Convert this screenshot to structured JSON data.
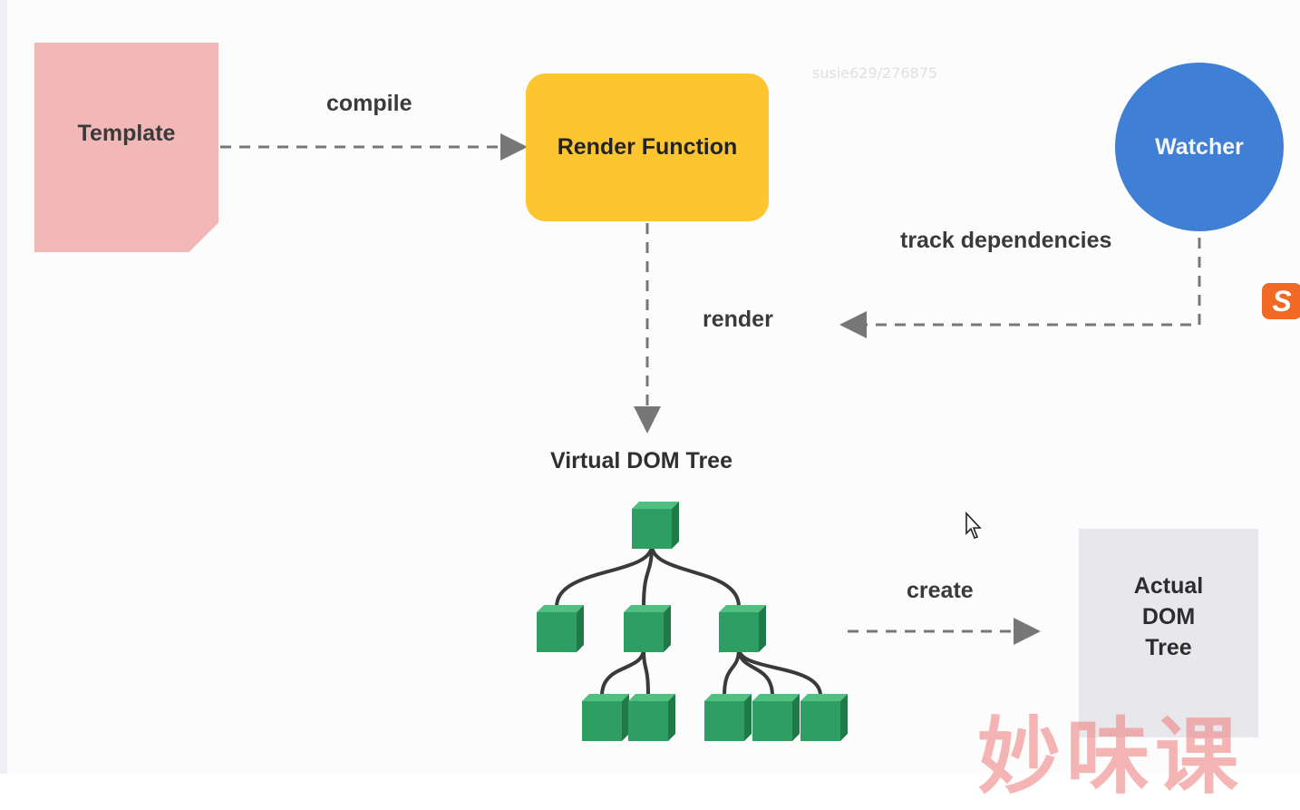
{
  "diagram": {
    "nodes": {
      "template": "Template",
      "render_function": "Render Function",
      "watcher": "Watcher",
      "actual_dom": "Actual\nDOM\nTree"
    },
    "edges": {
      "compile": "compile",
      "track_dependencies": "track dependencies",
      "render": "render",
      "create": "create"
    },
    "virtual_dom_title": "Virtual DOM Tree",
    "colors": {
      "template": "#f2b8b8",
      "render_function": "#fdc530",
      "watcher": "#3f7fd6",
      "actual_dom": "#e8e8ec",
      "tree_node": "#2e9e62",
      "arrow": "#777777"
    }
  },
  "overlays": {
    "watermark": "susie629/276875",
    "logo_letter": "S",
    "caption_cn": "妙味课"
  }
}
